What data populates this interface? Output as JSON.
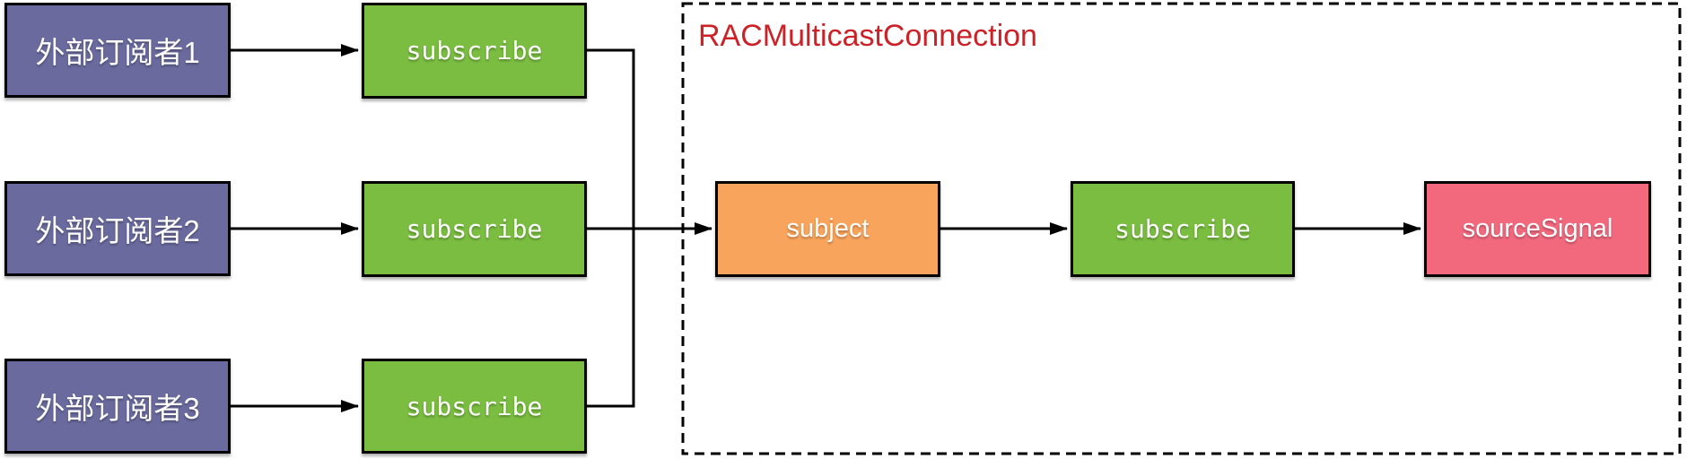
{
  "diagram": {
    "container_title": {
      "text": "RACMulticastConnection",
      "color": "#CB2127"
    },
    "nodes": {
      "ext1": {
        "label": "外部订阅者1",
        "color": "#6A6A9E",
        "text_color": "#FFFFFF"
      },
      "ext2": {
        "label": "外部订阅者2",
        "color": "#6A6A9E",
        "text_color": "#FFFFFF"
      },
      "ext3": {
        "label": "外部订阅者3",
        "color": "#6A6A9E",
        "text_color": "#FFFFFF"
      },
      "subscribe1": {
        "label": "subscribe",
        "color": "#7ABD41",
        "text_color": "#FFFFFF"
      },
      "subscribe2": {
        "label": "subscribe",
        "color": "#7ABD41",
        "text_color": "#FFFFFF"
      },
      "subscribe3": {
        "label": "subscribe",
        "color": "#7ABD41",
        "text_color": "#FFFFFF"
      },
      "subject": {
        "label": "subject",
        "color": "#F9A45C",
        "text_color": "#FFFFFF"
      },
      "subscribe_inner": {
        "label": "subscribe",
        "color": "#7ABD41",
        "text_color": "#FFFFFF"
      },
      "source_signal": {
        "label": "sourceSignal",
        "color": "#F2697E",
        "text_color": "#FFFFFF"
      }
    },
    "container_members": [
      "subject",
      "subscribe_inner",
      "source_signal"
    ],
    "edges": [
      {
        "from": "ext1",
        "to": "subscribe1",
        "arrow": true
      },
      {
        "from": "ext2",
        "to": "subscribe2",
        "arrow": true
      },
      {
        "from": "ext3",
        "to": "subscribe3",
        "arrow": true
      },
      {
        "from": "subscribe1",
        "to": "subject",
        "arrow": true,
        "via": "merge-line"
      },
      {
        "from": "subscribe2",
        "to": "subject",
        "arrow": true,
        "via": "merge-line"
      },
      {
        "from": "subscribe3",
        "to": "subject",
        "arrow": true,
        "via": "merge-line"
      },
      {
        "from": "subject",
        "to": "subscribe_inner",
        "arrow": true
      },
      {
        "from": "subscribe_inner",
        "to": "source_signal",
        "arrow": true
      }
    ],
    "line_color": "#000000"
  }
}
